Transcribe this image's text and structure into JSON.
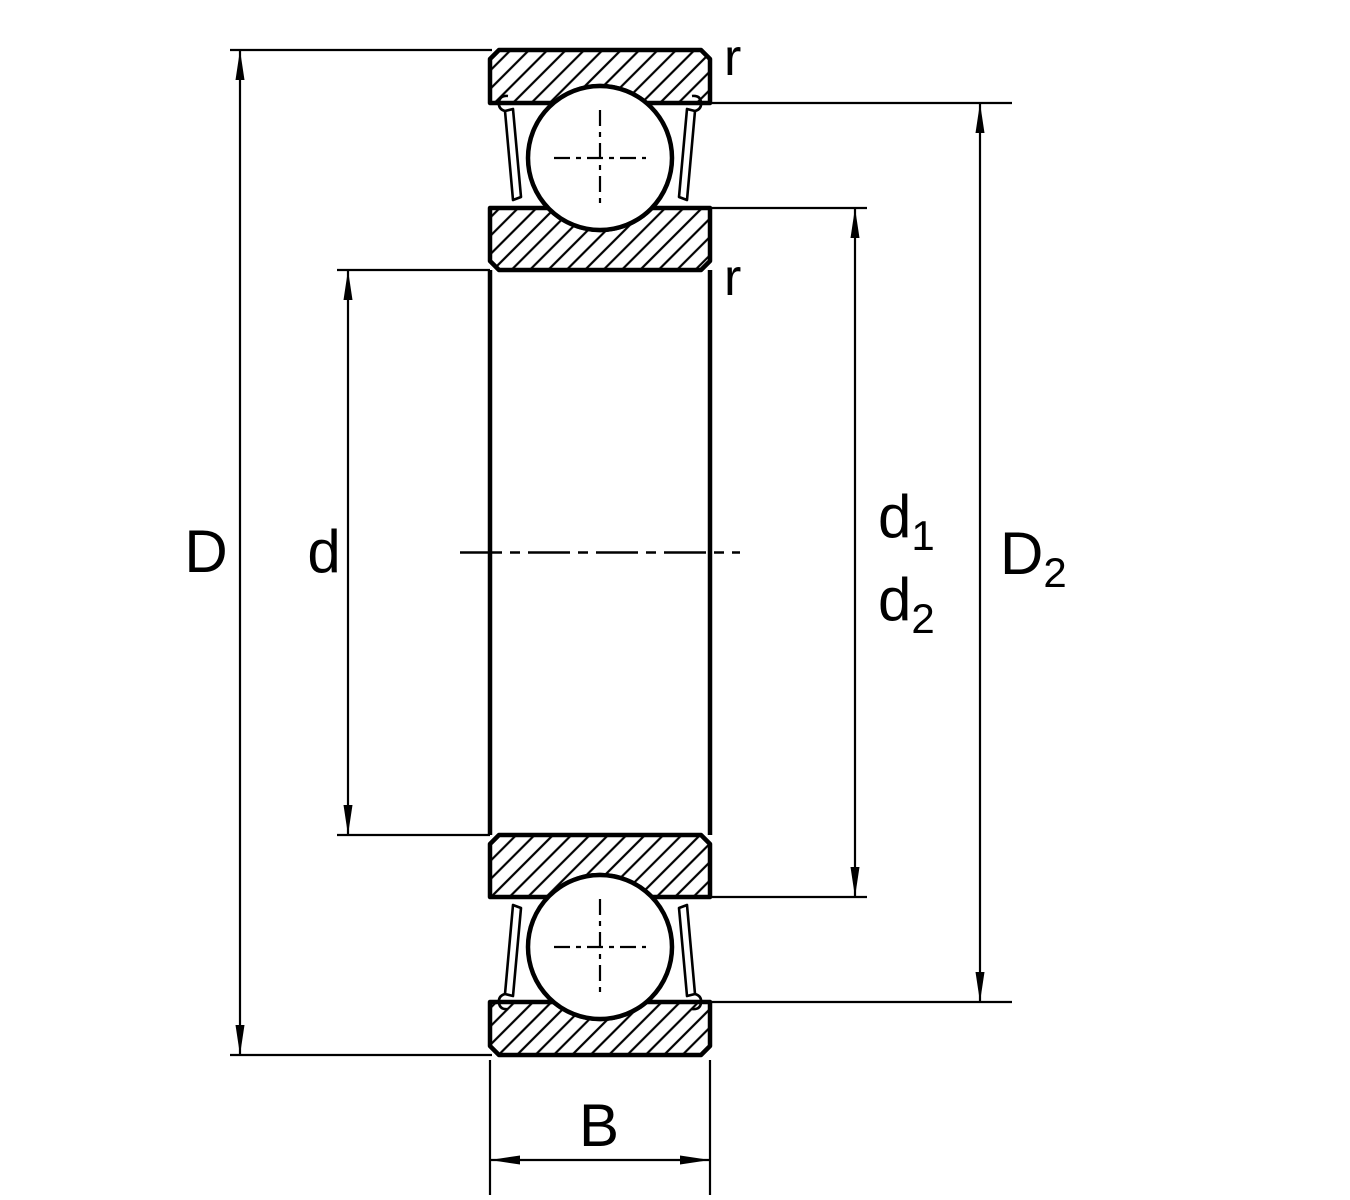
{
  "diagram": {
    "kind": "deep-groove-ball-bearing-cross-section-dimension-drawing",
    "colors": {
      "line": "#000000",
      "background": "#ffffff"
    }
  },
  "labels": {
    "D": {
      "text": "D"
    },
    "d": {
      "text": "d"
    },
    "d1": {
      "base": "d",
      "sub": "1"
    },
    "d2": {
      "base": "d",
      "sub": "2"
    },
    "D2": {
      "base": "D",
      "sub": "2"
    },
    "B": {
      "text": "B"
    },
    "r_outer": {
      "text": "r"
    },
    "r_inner": {
      "text": "r"
    }
  }
}
